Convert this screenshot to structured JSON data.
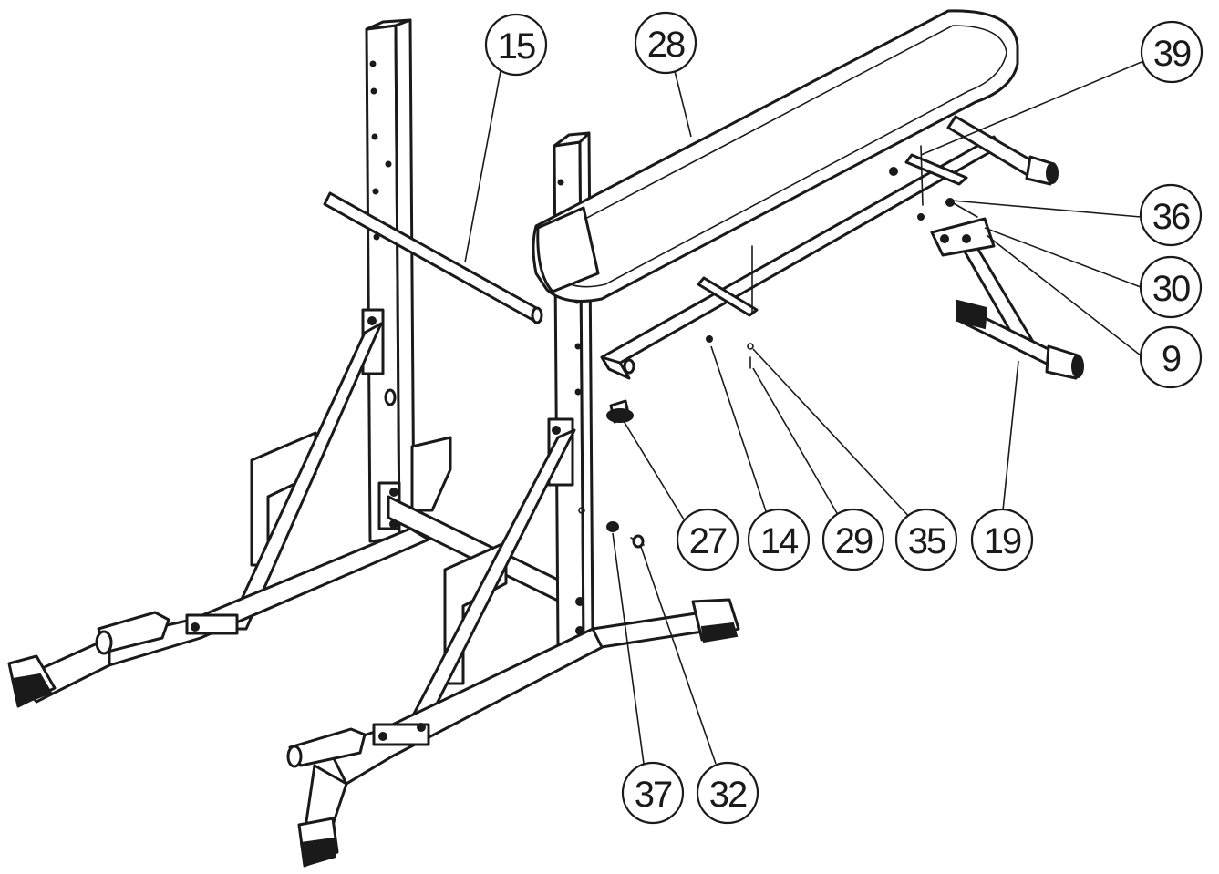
{
  "callouts": [
    {
      "id": "c15",
      "label": "15"
    },
    {
      "id": "c28",
      "label": "28"
    },
    {
      "id": "c39",
      "label": "39"
    },
    {
      "id": "c36",
      "label": "36"
    },
    {
      "id": "c30",
      "label": "30"
    },
    {
      "id": "c9",
      "label": "9"
    },
    {
      "id": "c27",
      "label": "27"
    },
    {
      "id": "c14",
      "label": "14"
    },
    {
      "id": "c29",
      "label": "29"
    },
    {
      "id": "c35",
      "label": "35"
    },
    {
      "id": "c19",
      "label": "19"
    },
    {
      "id": "c37",
      "label": "37"
    },
    {
      "id": "c32",
      "label": "32"
    }
  ],
  "colors": {
    "line": "#1a1a1a",
    "background": "#ffffff"
  }
}
